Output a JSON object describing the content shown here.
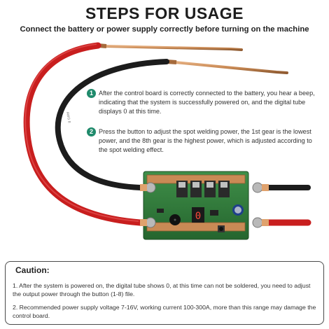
{
  "header": {
    "title": "STEPS FOR USAGE",
    "subtitle": "Connect the battery or power supply correctly before turning on the machine"
  },
  "steps": [
    {
      "number": "1",
      "text": "After the control board is correctly connected to the battery, you hear a beep, indicating that the system is successfully powered on, and the digital tube displays 0 at this time."
    },
    {
      "number": "2",
      "text": "Press the button to adjust the spot welding power, the 1st gear is the lowest power, and the 8th gear is the highest power, which is adjusted according to the spot welding effect."
    }
  ],
  "illustration": {
    "digit_display": "0",
    "cable_print": "AWG 8"
  },
  "caution": {
    "title": "Caution:",
    "notes": [
      "1. After the system is powered on, the digital tube shows 0, at this time can not be soldered, you need to adjust the output power through the button (1-8) file.",
      "2. Recommended power supply voltage 7-16V, working current 100-300A, more than this range may damage the control board."
    ]
  },
  "colors": {
    "step_badge": "#1f8a6b",
    "pcb": "#2f7a3a",
    "cable_red": "#c81e1e",
    "cable_black": "#1c1c1c",
    "copper": "#c98a55"
  }
}
